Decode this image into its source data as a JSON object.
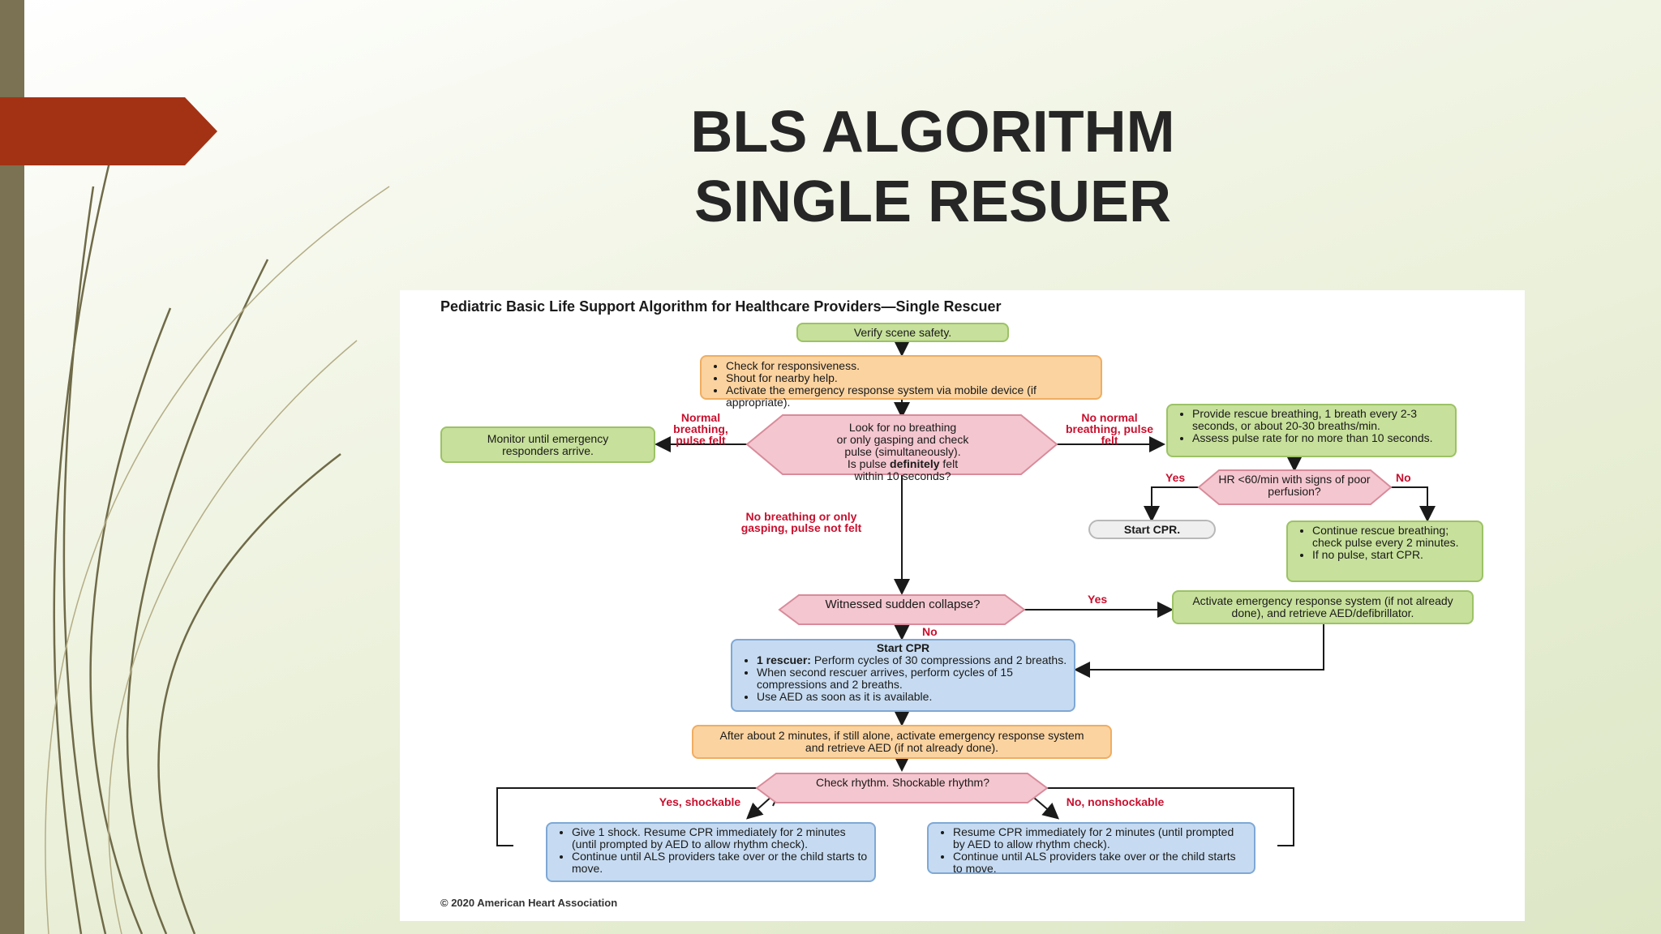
{
  "slide": {
    "title_line1": "BLS ALGORITHM",
    "title_line2": "SINGLE RESUER"
  },
  "diagram": {
    "title": "Pediatric Basic Life Support Algorithm for Healthcare Providers—Single Rescuer",
    "verify": "Verify scene safety.",
    "check_items": [
      "Check for responsiveness.",
      "Shout for nearby help.",
      "Activate the emergency response system via mobile device (if appropriate)."
    ],
    "monitor": "Monitor until emergency responders arrive.",
    "look_line1": "Look for no breathing",
    "look_line2": "or only gasping and check",
    "look_line3": "pulse (simultaneously).",
    "look_line4a": "Is pulse ",
    "look_line4b": "definitely",
    "look_line4c": " felt",
    "look_line5": "within 10 seconds?",
    "label_normal": "Normal breathing, pulse felt",
    "label_no_normal": "No normal breathing, pulse felt",
    "rescue_items": [
      "Provide rescue breathing, 1 breath every 2-3 seconds, or about 20-30 breaths/min.",
      "Assess pulse rate for no more than 10 seconds."
    ],
    "hr_question": "HR <60/min with signs of poor perfusion?",
    "label_yes_hr": "Yes",
    "label_no_hr": "No",
    "start_cpr_small": "Start CPR.",
    "continue_items": [
      "Continue rescue breathing; check pulse every 2 minutes.",
      "If no pulse, start CPR."
    ],
    "label_no_breathing": "No breathing or only gasping, pulse not felt",
    "witnessed": "Witnessed sudden collapse?",
    "label_yes_witnessed": "Yes",
    "label_no_witnessed": "No",
    "activate": "Activate emergency response system (if not already done), and retrieve AED/defibrillator.",
    "start_cpr_title": "Start CPR",
    "start_cpr_item1_bold": "1 rescuer:",
    "start_cpr_item1_rest": " Perform cycles of 30 compressions and 2 breaths.",
    "start_cpr_item2": "When second rescuer arrives, perform cycles of 15 compressions and 2 breaths.",
    "start_cpr_item3": "Use AED as soon as it is available.",
    "after2min": "After about 2 minutes, if still alone, activate emergency response system and retrieve AED (if not already done).",
    "check_rhythm": "Check rhythm. Shockable rhythm?",
    "label_shockable": "Yes, shockable",
    "label_nonshockable": "No, nonshockable",
    "shock_items": [
      "Give 1 shock. Resume CPR immediately for 2 minutes (until prompted by AED to allow rhythm check).",
      "Continue until ALS providers take over or the child starts to move."
    ],
    "nonshock_items": [
      "Resume CPR immediately for 2 minutes (until prompted by AED to allow rhythm check).",
      "Continue until ALS providers take over or the child starts to move."
    ],
    "copyright": "© 2020 American Heart Association"
  },
  "colors": {
    "accent_red": "#a33214",
    "sidebar": "#7a7252",
    "label_red": "#c8102e",
    "decision_pink": "#f4c6cf"
  }
}
